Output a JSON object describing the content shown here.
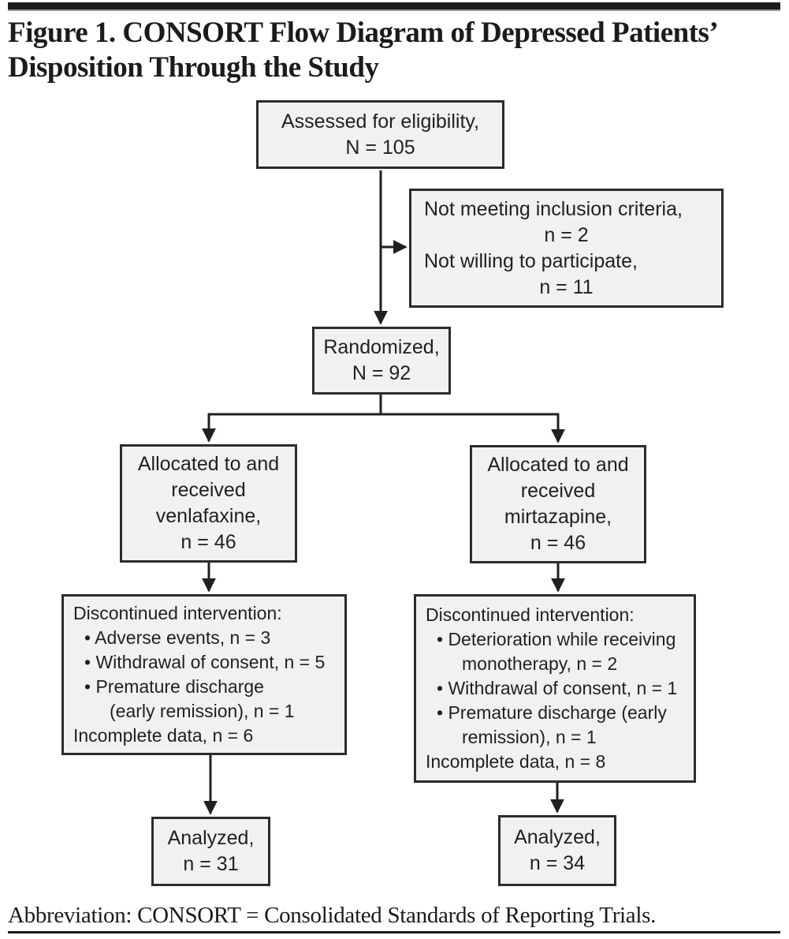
{
  "figure": {
    "title_line1": "Figure 1. CONSORT Flow Diagram of Depressed Patients’",
    "title_line2": "Disposition Through the Study",
    "abbreviation": "Abbreviation: CONSORT = Consolidated Standards of Reporting Trials."
  },
  "colors": {
    "box_fill": "#f1f1ef",
    "box_border": "#2d2b2c",
    "text": "#231f20",
    "rule": "#1b1b1b"
  },
  "boxes": {
    "assessed": {
      "lines": [
        "Assessed for eligibility,",
        "N = 105"
      ]
    },
    "excluded": {
      "lines": [
        "Not meeting inclusion criteria,",
        "n = 2",
        "Not willing to participate,",
        "n = 11"
      ]
    },
    "randomized": {
      "lines": [
        "Randomized,",
        "N = 92"
      ]
    },
    "allocated_venlafaxine": {
      "lines": [
        "Allocated to and",
        "received",
        "venlafaxine,",
        "n = 46"
      ]
    },
    "allocated_mirtazapine": {
      "lines": [
        "Allocated to and",
        "received",
        "mirtazapine,",
        "n = 46"
      ]
    },
    "discontinued_venlafaxine": {
      "lines": [
        "Discontinued intervention:",
        "• Adverse events, n = 3",
        "• Withdrawal of consent, n = 5",
        "• Premature discharge",
        "(early remission), n = 1",
        "Incomplete data, n = 6"
      ]
    },
    "discontinued_mirtazapine": {
      "lines": [
        "Discontinued intervention:",
        "• Deterioration while receiving",
        "monotherapy, n = 2",
        "• Withdrawal of consent, n = 1",
        "• Premature discharge (early",
        "remission), n = 1",
        "Incomplete data, n = 8"
      ]
    },
    "analyzed_venlafaxine": {
      "lines": [
        "Analyzed,",
        "n = 31"
      ]
    },
    "analyzed_mirtazapine": {
      "lines": [
        "Analyzed,",
        "n = 34"
      ]
    }
  }
}
